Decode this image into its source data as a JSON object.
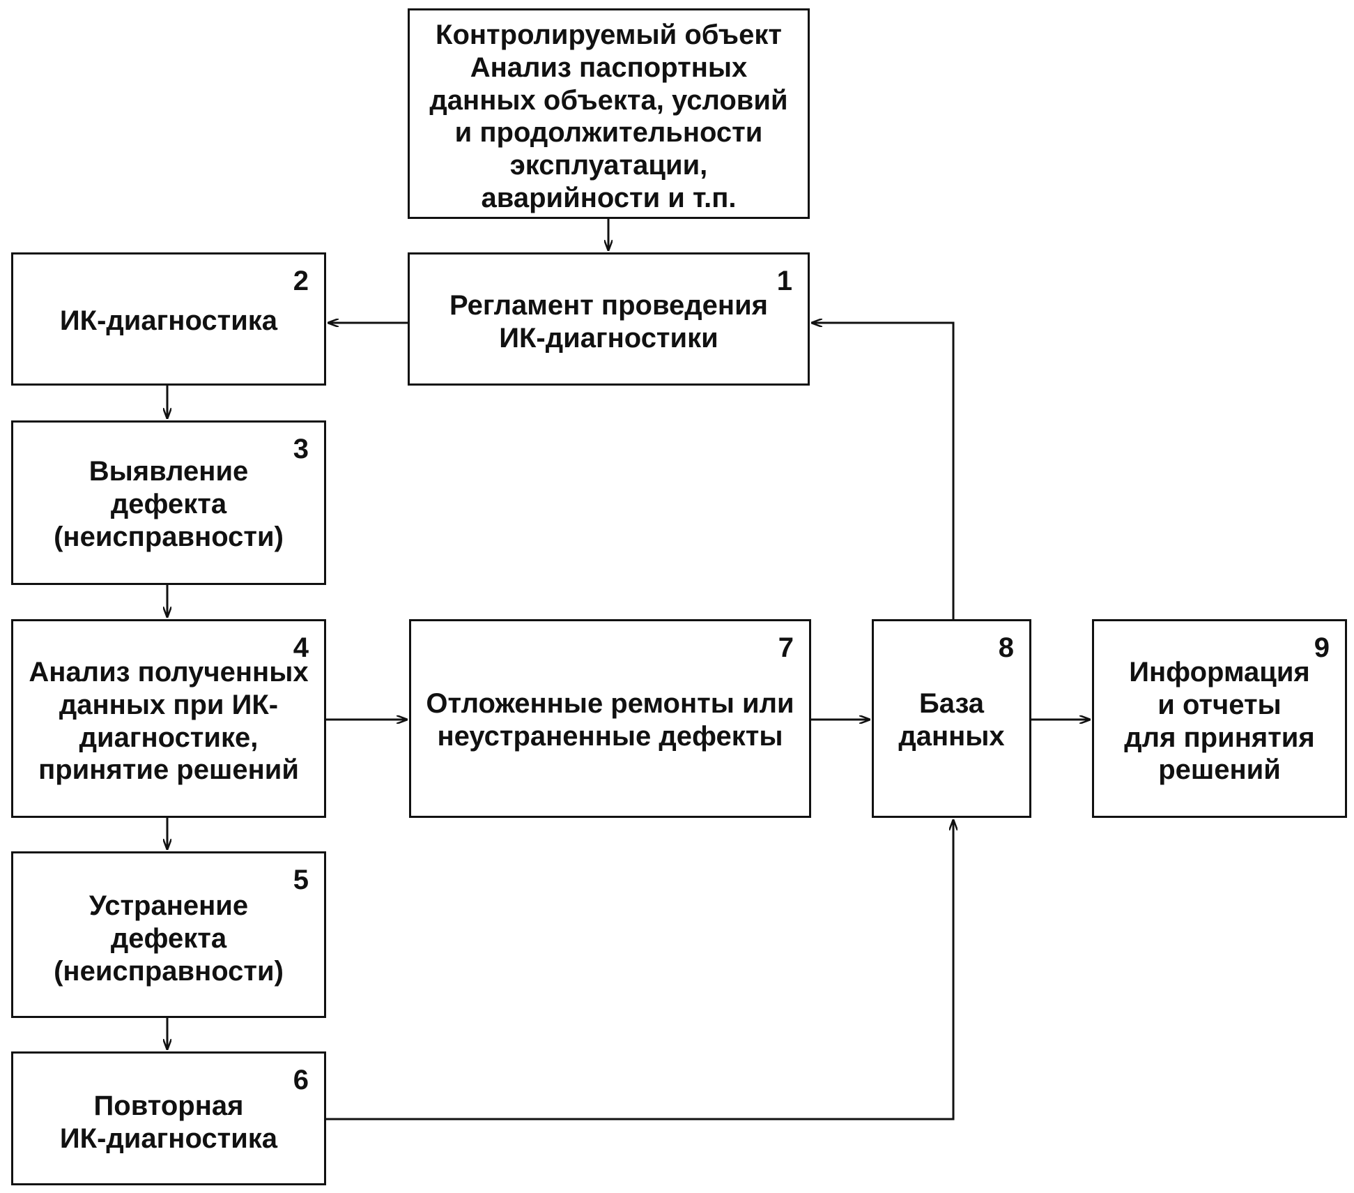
{
  "colors": {
    "line": "#111111",
    "background": "#ffffff"
  },
  "blocks": [
    {
      "id": "object",
      "number": "",
      "text": "Контролируемый объект\nАнализ паспортных\nданных объекта, условий\nи продолжительности\nэксплуатации,\nаварийности и т.п."
    },
    {
      "id": "b1",
      "number": "1",
      "text": "Регламент проведения\nИК-диагностики"
    },
    {
      "id": "b2",
      "number": "2",
      "text": "ИК-диагностика"
    },
    {
      "id": "b3",
      "number": "3",
      "text": "Выявление\nдефекта\n(неисправности)"
    },
    {
      "id": "b4",
      "number": "4",
      "text": "Анализ полученных\nданных при ИК-\nдиагностике,\nпринятие решений"
    },
    {
      "id": "b5",
      "number": "5",
      "text": "Устранение\nдефекта\n(неисправности)"
    },
    {
      "id": "b6",
      "number": "6",
      "text": "Повторная\nИК-диагностика"
    },
    {
      "id": "b7",
      "number": "7",
      "text": "Отложенные ремонты или\nнеустраненные дефекты"
    },
    {
      "id": "b8",
      "number": "8",
      "text": "База\nданных"
    },
    {
      "id": "b9",
      "number": "9",
      "text": "Информация\nи отчеты\nдля принятия\nрешений"
    }
  ],
  "connections": [
    {
      "from": "object",
      "to": "b1"
    },
    {
      "from": "b1",
      "to": "b2"
    },
    {
      "from": "b2",
      "to": "b3"
    },
    {
      "from": "b3",
      "to": "b4"
    },
    {
      "from": "b4",
      "to": "b5"
    },
    {
      "from": "b5",
      "to": "b6"
    },
    {
      "from": "b4",
      "to": "b7"
    },
    {
      "from": "b7",
      "to": "b8"
    },
    {
      "from": "b8",
      "to": "b9"
    },
    {
      "from": "b8",
      "to": "b1"
    },
    {
      "from": "b6",
      "to": "b8"
    }
  ]
}
